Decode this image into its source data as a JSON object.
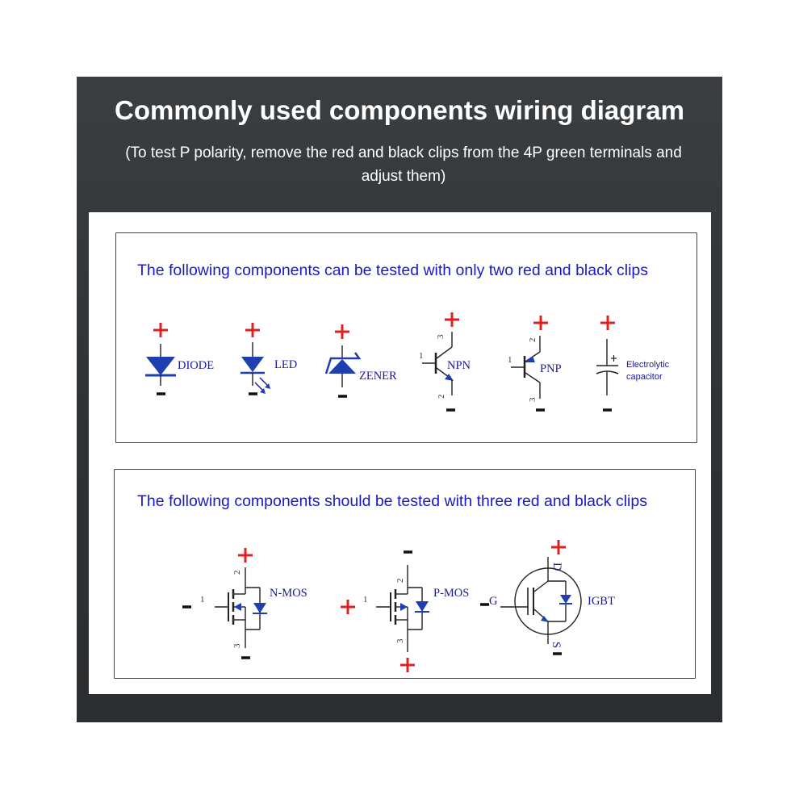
{
  "header": {
    "title": "Commonly used components wiring diagram",
    "subtitle": "(To test P polarity, remove the red and black clips from the 4P green terminals and adjust them)"
  },
  "section_two_clip": {
    "heading": "The following components can be tested with only two red and black clips",
    "components": [
      "DIODE",
      "LED",
      "ZENER",
      "NPN",
      "PNP",
      "Electrolytic",
      "capacitor"
    ]
  },
  "section_three_clip": {
    "heading": "The following components should be tested with three red and black clips",
    "components": [
      "N-MOS",
      "P-MOS",
      "IGBT"
    ],
    "igbt_pins": {
      "gate": "G",
      "drain": "D",
      "source": "S"
    }
  },
  "pin_numbers": {
    "one": "1",
    "two": "2",
    "three": "3"
  },
  "colors": {
    "plus": "#e02020",
    "minus": "#111111",
    "heading": "#1a1ac8",
    "symbol": "#1f3fb0"
  }
}
